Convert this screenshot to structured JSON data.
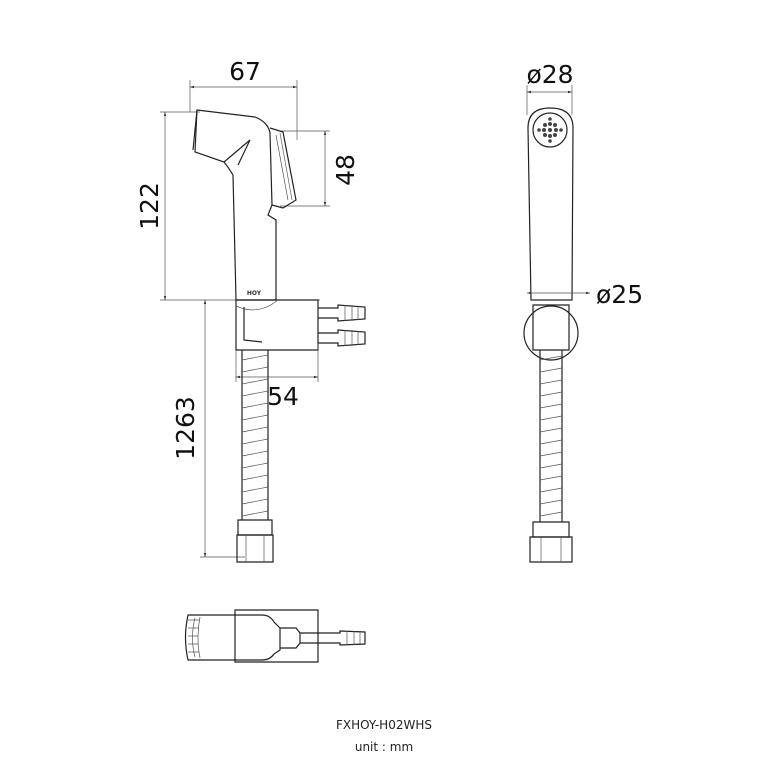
{
  "dimensions": {
    "width_handset": "67",
    "height_handset": "122",
    "head_height": "48",
    "bracket_width": "54",
    "hose_length": "1263",
    "head_diameter": "ø28",
    "body_diameter": "ø25"
  },
  "logo": "HOY",
  "model": "FXHOY-H02WHS",
  "unit": "unit : mm"
}
